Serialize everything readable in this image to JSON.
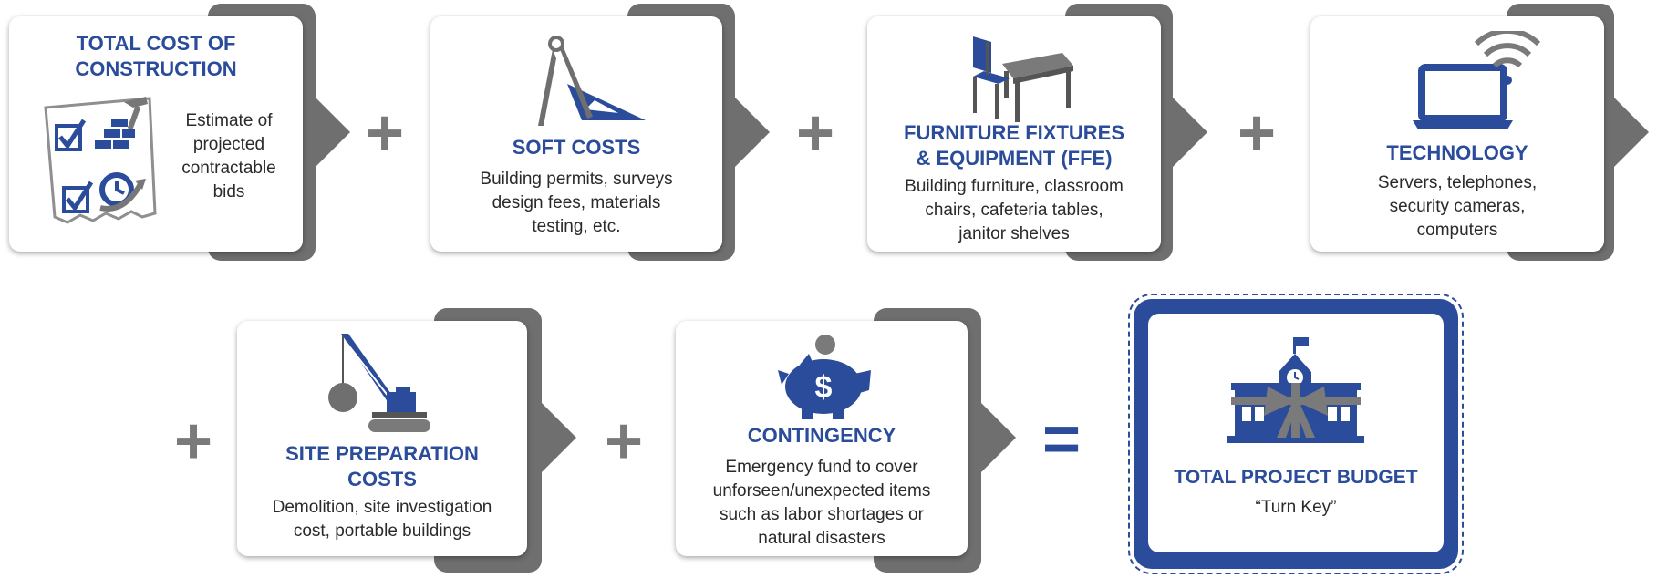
{
  "cards": {
    "construction": {
      "title": "TOTAL COST OF\nCONSTRUCTION",
      "desc": "Estimate of\nprojected\ncontractable\nbids"
    },
    "soft": {
      "title": "SOFT COSTS",
      "desc": "Building permits, surveys\ndesign fees, materials\ntesting, etc."
    },
    "ffe": {
      "title": "FURNITURE FIXTURES\n& EQUIPMENT (FFE)",
      "desc": "Building furniture, classroom\nchairs, cafeteria tables,\njanitor shelves"
    },
    "technology": {
      "title": "TECHNOLOGY",
      "desc": "Servers, telephones,\nsecurity cameras,\ncomputers"
    },
    "site": {
      "title": "SITE PREPARATION\nCOSTS",
      "desc": "Demolition, site investigation\ncost, portable buildings"
    },
    "contingency": {
      "title": "CONTINGENCY",
      "desc": "Emergency fund to cover\nunforseen/unexpected items\nsuch as labor shortages or\nnatural disasters"
    },
    "total": {
      "title": "TOTAL PROJECT BUDGET",
      "desc": "“Turn Key”"
    }
  },
  "operators": {
    "plus": "+",
    "equals": "="
  },
  "icons": {
    "construction": "checklist-bricks-icon",
    "soft": "compass-triangle-icon",
    "ffe": "desk-chair-icon",
    "technology": "laptop-wifi-icon",
    "site": "crane-wrecking-ball-icon",
    "contingency": "piggy-bank-icon",
    "total": "school-bow-icon"
  },
  "colors": {
    "blue": "#2b4c9b",
    "gray": "#6f6f70",
    "text": "#2a2a2a"
  }
}
